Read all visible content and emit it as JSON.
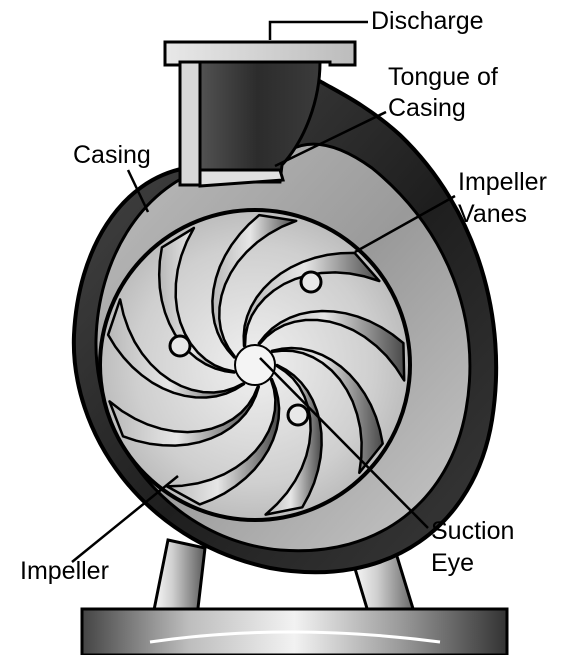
{
  "labels": {
    "discharge": "Discharge",
    "tongue_line1": "Tongue of",
    "tongue_line2": "Casing",
    "casing": "Casing",
    "vanes_line1": "Impeller",
    "vanes_line2": "Vanes",
    "suction_line1": "Suction",
    "suction_line2": "Eye",
    "impeller": "Impeller"
  },
  "colors": {
    "outline": "#000000",
    "casing_dark": "#2a2a2a",
    "casing_light": "#dcdcdc",
    "impeller_face": "#d2d2d2",
    "vane_dark": "#3c3c3c",
    "background": "#ffffff"
  },
  "impeller": {
    "vane_count": 9,
    "balance_holes": 3
  }
}
